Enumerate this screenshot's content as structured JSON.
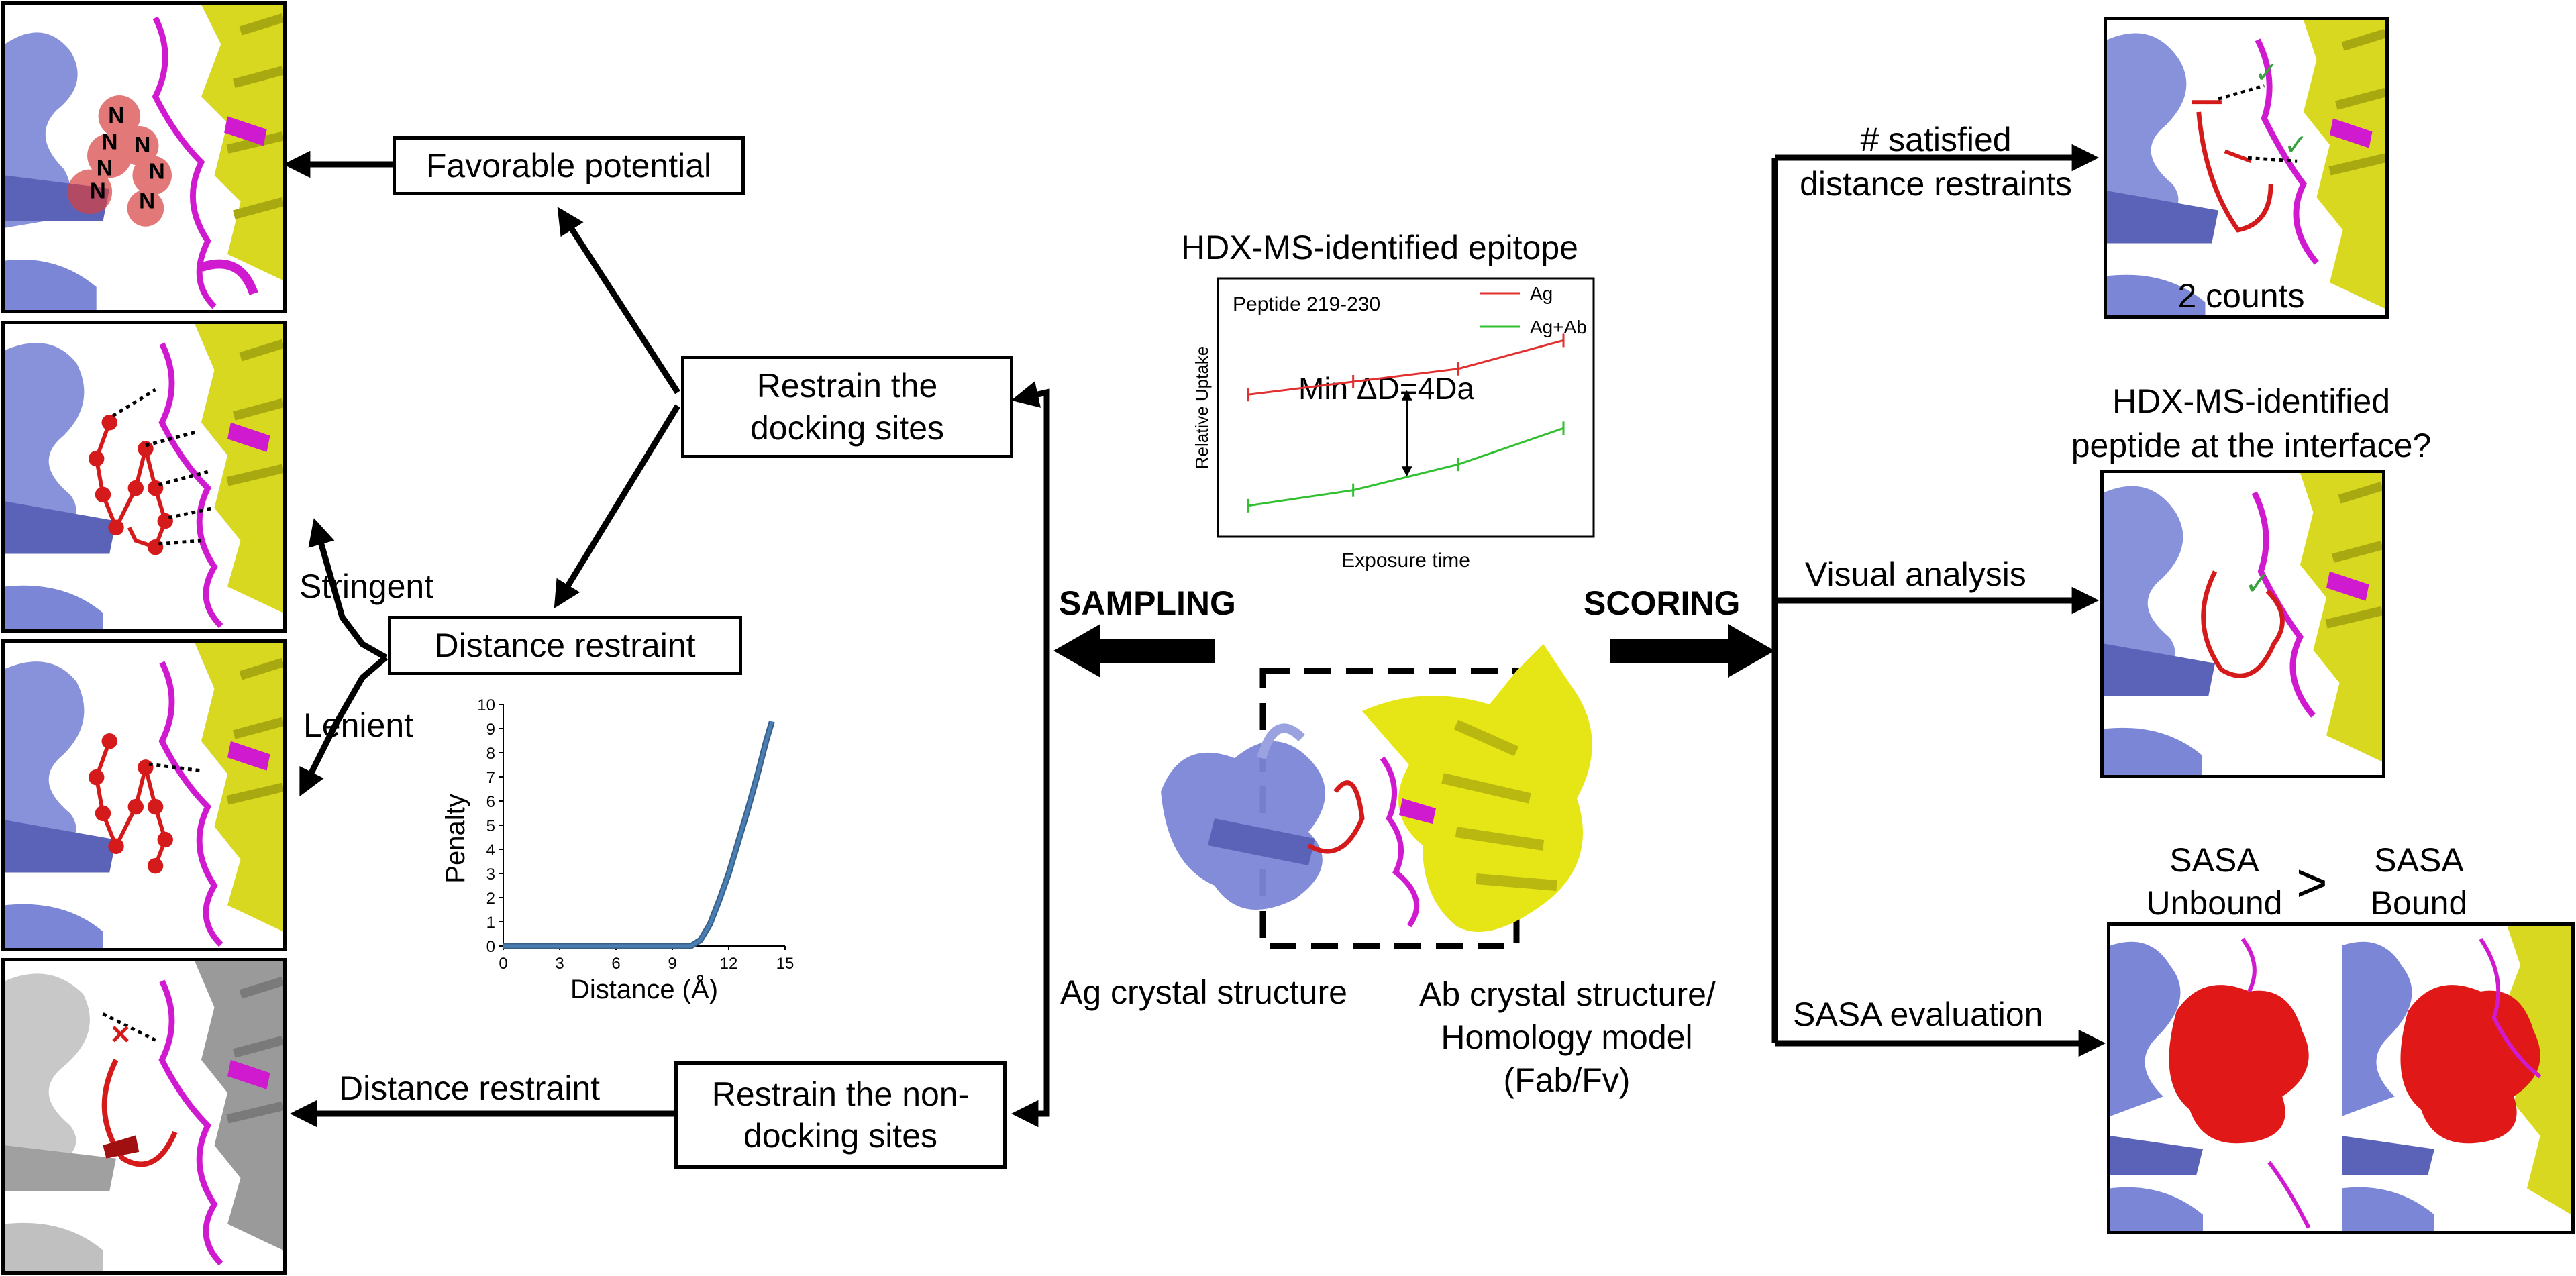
{
  "boxes": {
    "favorable_potential": "Favorable potential",
    "restrain_docking": "Restrain the docking sites",
    "distance_restraint_box": "Distance restraint",
    "restrain_non_docking_line1": "Restrain the non-",
    "restrain_non_docking_line2": "docking sites"
  },
  "labels": {
    "stringent": "Stringent",
    "lenient": "Lenient",
    "distance_restraint_arrow": "Distance restraint",
    "sampling": "SAMPLING",
    "scoring": "SCORING",
    "ag_crystal": "Ag crystal structure",
    "ab_crystal_line1": "Ab crystal structure/",
    "ab_crystal_line2": "Homology model",
    "ab_crystal_line3": "(Fab/Fv)",
    "hdx_title": "HDX-MS-identified epitope",
    "satisfied_line1": "# satisfied",
    "satisfied_line2": "distance restraints",
    "two_counts": "2 counts",
    "hdx_interface_line1": "HDX-MS-identified",
    "hdx_interface_line2": "peptide at the interface?",
    "visual_analysis": "Visual analysis",
    "sasa_unbound_1": "SASA",
    "sasa_unbound_2": "Unbound",
    "gt": ">",
    "sasa_bound_1": "SASA",
    "sasa_bound_2": "Bound",
    "sasa_evaluation": "SASA evaluation"
  },
  "chart_data": [
    {
      "type": "line",
      "title": "Peptide 219-230",
      "annotation": "Min ΔD=4Da",
      "xlabel": "Exposure time",
      "ylabel": "Relative Uptake",
      "x": [
        1,
        2,
        3,
        4
      ],
      "series": [
        {
          "name": "Ag",
          "values": [
            0.55,
            0.6,
            0.65,
            0.76
          ],
          "color": "#e03030"
        },
        {
          "name": "Ag+Ab",
          "values": [
            0.12,
            0.18,
            0.28,
            0.42
          ],
          "color": "#30c030"
        }
      ],
      "legend": "top-right"
    },
    {
      "type": "line",
      "title": "",
      "xlabel": "Distance (Å)",
      "ylabel": "Penalty",
      "xlim": [
        0,
        15
      ],
      "ylim": [
        0,
        10
      ],
      "xticks": [
        "0",
        "3",
        "6",
        "9",
        "12",
        "15"
      ],
      "yticks": [
        "0",
        "1",
        "2",
        "3",
        "4",
        "5",
        "6",
        "7",
        "8",
        "9",
        "10"
      ],
      "x": [
        0,
        9,
        10,
        10.5,
        11,
        11.5,
        12,
        12.5,
        13,
        13.5,
        14,
        14.3
      ],
      "series": [
        {
          "values": [
            0,
            0,
            0,
            0.25,
            0.9,
            1.9,
            3.0,
            4.3,
            5.6,
            7.0,
            8.5,
            9.3
          ],
          "color": "#4a7fb5"
        }
      ]
    }
  ],
  "colors": {
    "antigen": "#7b86d6",
    "antibody": "#e6e616",
    "cdr": "#d01ad0",
    "peptide": "#d41a1a",
    "check": "#3aa040"
  }
}
